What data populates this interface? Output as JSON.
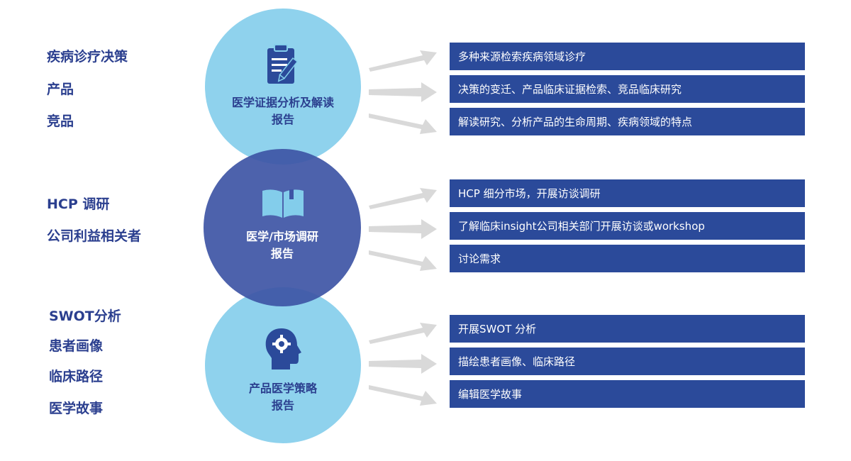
{
  "colors": {
    "label": "#2b3f8f",
    "box": "#2b4a9a",
    "circle_light": "#83cdeb",
    "circle_dark": "#3e55a5",
    "arrow": "#d9d9d9"
  },
  "sections": [
    {
      "left_labels": [
        "疾病诊疗决策",
        "产品",
        "竞品"
      ],
      "circle": {
        "line1": "医学证据分析及解读",
        "line2": "报告",
        "icon": "clipboard-pen-icon"
      },
      "boxes": [
        "多种来源检索疾病领域诊疗",
        "决策的变迁、产品临床证据检索、竞品临床研究",
        "解读研究、分析产品的生命周期、疾病领域的特点"
      ]
    },
    {
      "left_labels": [
        "HCP 调研",
        "公司利益相关者"
      ],
      "circle": {
        "line1": "医学/市场调研",
        "line2": "报告",
        "icon": "open-book-icon"
      },
      "boxes": [
        "HCP 细分市场，开展访谈调研",
        "了解临床insight公司相关部门开展访谈或workshop",
        "讨论需求"
      ]
    },
    {
      "left_labels": [
        "SWOT分析",
        "患者画像",
        "临床路径",
        "医学故事"
      ],
      "circle": {
        "line1": "产品医学策略",
        "line2": "报告",
        "icon": "head-gear-icon"
      },
      "boxes": [
        "开展SWOT 分析",
        "描绘患者画像、临床路径",
        "编辑医学故事"
      ]
    }
  ]
}
